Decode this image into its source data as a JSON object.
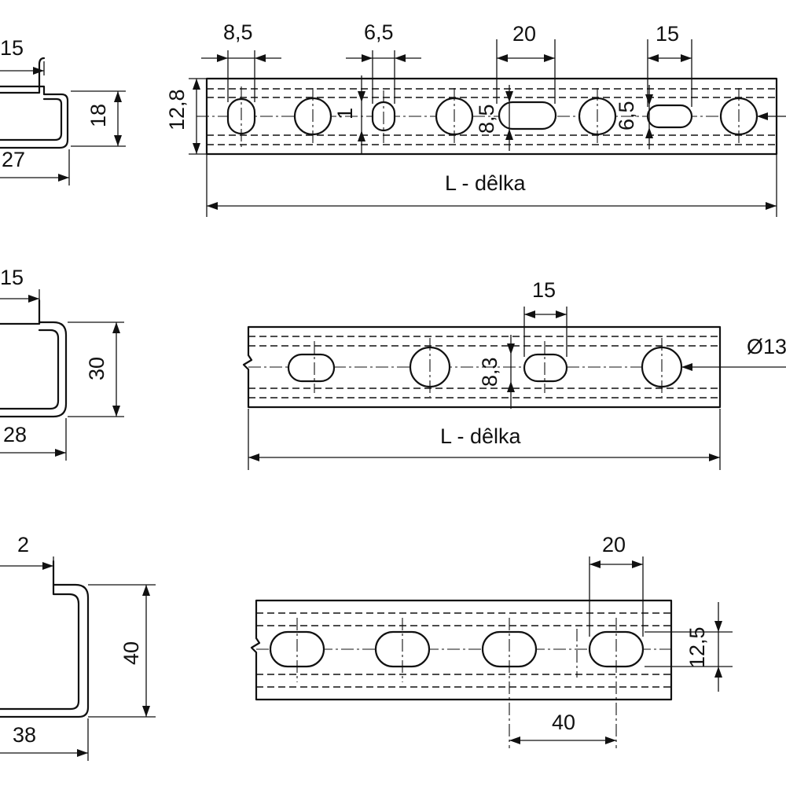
{
  "profile_1": {
    "dim_lip": "15",
    "dim_height": "18",
    "dim_width": "27",
    "dim_slot_a": "8,5",
    "dim_slot_b": "6,5",
    "dim_slot_c": "20",
    "dim_slot_d": "15",
    "dim_bar_height": "12,8",
    "dim_slot_h1": "1",
    "dim_slot_h2": "8,5",
    "dim_slot_h3": "6,5",
    "length_label": "L - dêlka"
  },
  "profile_2": {
    "dim_lip": "15",
    "dim_height": "30",
    "dim_width": "28",
    "dim_slot_w": "15",
    "dim_slot_h": "8,3",
    "dim_hole": "Ø13",
    "length_label": "L - dêlka"
  },
  "profile_3": {
    "dim_lip": "2",
    "dim_height": "40",
    "dim_width": "38",
    "dim_slot_w": "20",
    "dim_slot_h": "12,5",
    "dim_pitch": "40"
  }
}
